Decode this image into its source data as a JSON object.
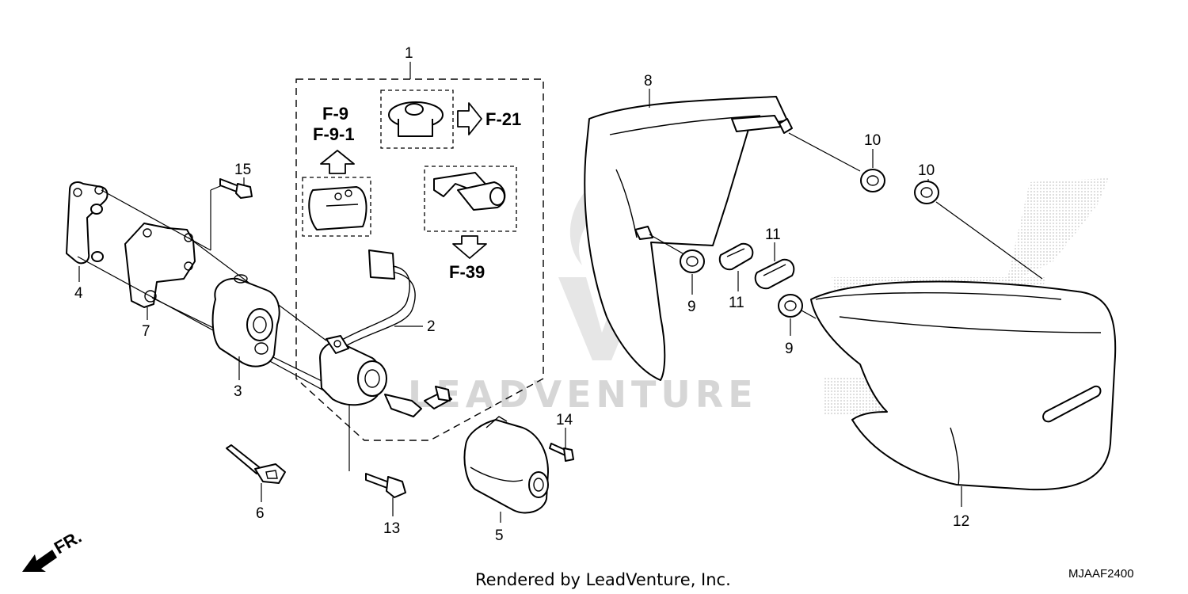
{
  "callouts": {
    "c1": "1",
    "c2": "2",
    "c3": "3",
    "c4": "4",
    "c5": "5",
    "c6": "6",
    "c7": "7",
    "c8": "8",
    "c9a": "9",
    "c9b": "9",
    "c10a": "10",
    "c10b": "10",
    "c11a": "11",
    "c11b": "11",
    "c12": "12",
    "c13": "13",
    "c14": "14",
    "c15": "15"
  },
  "references": {
    "f9": "F-9",
    "f91": "F-9-1",
    "f21": "F-21",
    "f39": "F-39"
  },
  "direction_label": "FR.",
  "footer_text": "Rendered by LeadVenture, Inc.",
  "diagram_code": "MJAAF2400",
  "watermark_text": "LEADVENTURE",
  "colors": {
    "line": "#000000",
    "watermark": "#d6d6d6",
    "background": "#ffffff"
  }
}
